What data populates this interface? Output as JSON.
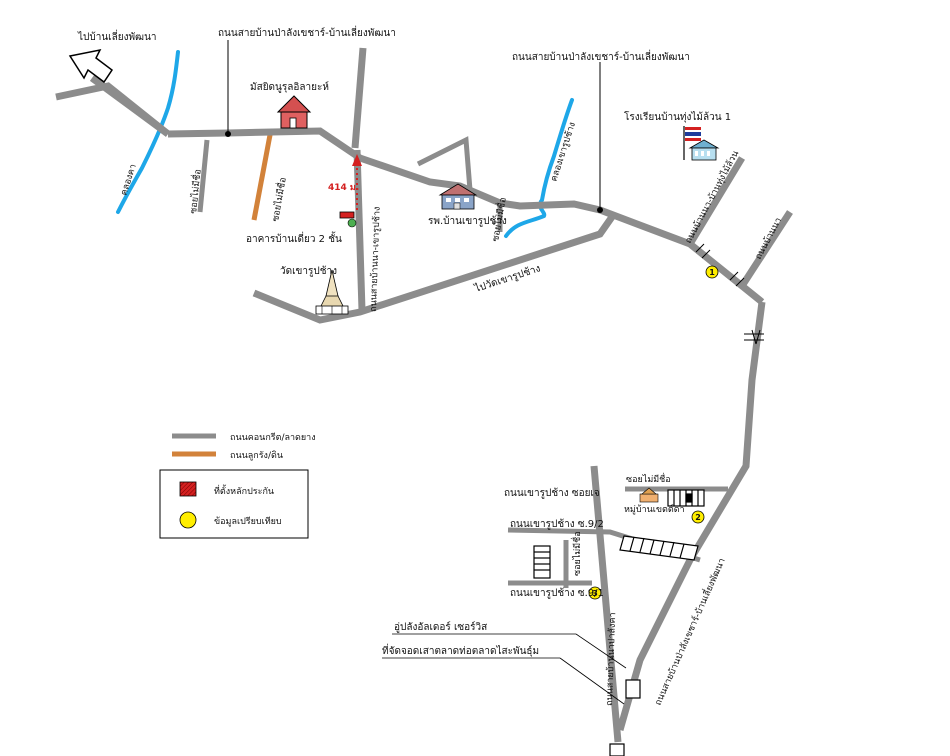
{
  "labels": {
    "to_ban_lao_phatthana": "ไปบ้านเลี่ยงพัฒนา",
    "road_top_left": "ถนนสายบ้านป่าลังเขชาร์-บ้านเลี่ยงพัฒนา",
    "road_top_right": "ถนนสายบ้านป่าลังเขชาร์-บ้านเลี่ยงพัฒนา",
    "mosque": "มัสยิดนูรุลอิลายะห์",
    "canal_left": "คลองคา",
    "soi_nameless_1": "ซอยไม่มีชื่อ",
    "soi_nameless_2": "ซอยไม่มีชื่อ",
    "soi_nameless_3": "ซอยไม่มีชื่อ",
    "soi_nameless_4": "ซอยไม่มีชื่อ",
    "distance": "414 ม.",
    "road_kao_rup_chang_v": "ถนนสายบ้านนา-เขารูปช้าง",
    "building_2_storey": "อาคารบ้านเดี่ยว 2 ชั้น",
    "wat": "วัดเขารูปช้าง",
    "to_wat": "ไปวัดเขารูปช้าง",
    "hospital": "รพ.บ้านเขารูปช้าง",
    "canal_right": "คลองเขารูปช้าง",
    "school": "โรงเรียนบ้านทุ่งไม้ล้วน 1",
    "road_ban_na_thung": "ถนนบ้านนา-บ้านทุ่งไม้ล้วน",
    "road_ban_na": "ถนนบ้านนา",
    "road_kao_rup_chang_soi_jo": "ถนนเขารูปช้าง ซอยเจ",
    "village_kao_rup_chang": "หมู่บ้านเขตต์ดา",
    "road_kao_rup_chang_9_2": "ถนนเขารูปช้าง ซ.9/2",
    "road_kao_rup_chang_9_1": "ถนนเขารูปช้าง ซ.9/1",
    "road_main_south": "ถนนสายบ้านป่าลังเขชาร์-บ้านเลี่ยงพัฒนา",
    "garage": "อู่ปลังอัลเดอร์ เซอร์วิส",
    "car_wash": "ที่จัดจอดเสาตลาดท่อตลาดไสะพันธุ์ม",
    "road_south_vertical": "ถนนสายบ้านนาปาลังคา"
  },
  "legend": {
    "items": [
      {
        "label": "ถนนคอนกรีต/ลาดยาง",
        "color": "#8c8c8c",
        "kind": "line"
      },
      {
        "label": "ถนนลูกรัง/ดิน",
        "color": "#d2823a",
        "kind": "line"
      },
      {
        "label": "ที่ตั้งหลักประกัน",
        "color": "#d42020",
        "kind": "hatched-square"
      },
      {
        "label": "ข้อมูลเปรียบเทียบ",
        "color": "#ffee00",
        "kind": "circle"
      }
    ]
  },
  "markers": [
    {
      "number": "1",
      "color": "#ffee00"
    },
    {
      "number": "2",
      "color": "#ffee00"
    },
    {
      "number": "3",
      "color": "#ffee00"
    }
  ],
  "colors": {
    "road": "#8c8c8c",
    "canal": "#1ea7e8",
    "laterite": "#d2823a",
    "property": "#d42020",
    "comparable": "#ffee00"
  },
  "icons": {
    "mosque": "house-icon",
    "hospital": "hospital-icon",
    "school": "school-flag-icon",
    "wat": "temple-icon",
    "village": "village-icon",
    "arrow": "direction-arrow-icon"
  }
}
